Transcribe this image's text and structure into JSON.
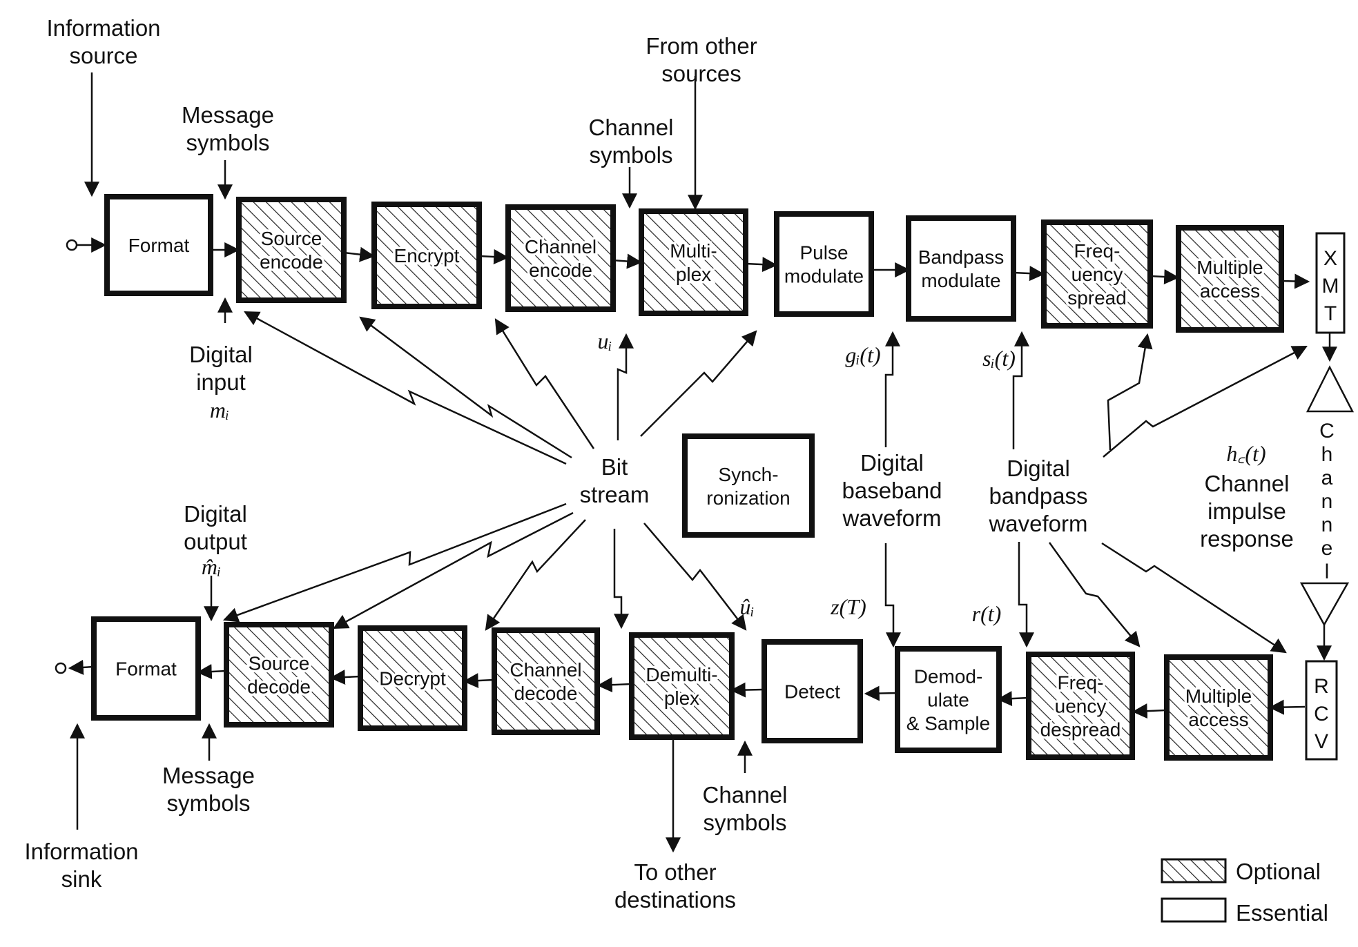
{
  "legend": {
    "optional": "Optional",
    "essential": "Essential"
  },
  "transmit_blocks": [
    {
      "lines": [
        "Format"
      ],
      "optional": false
    },
    {
      "lines": [
        "Source",
        "encode"
      ],
      "optional": true
    },
    {
      "lines": [
        "Encrypt"
      ],
      "optional": true
    },
    {
      "lines": [
        "Channel",
        "encode"
      ],
      "optional": true
    },
    {
      "lines": [
        "Multi-",
        "plex"
      ],
      "optional": true
    },
    {
      "lines": [
        "Pulse",
        "modulate"
      ],
      "optional": false
    },
    {
      "lines": [
        "Bandpass",
        "modulate"
      ],
      "optional": false
    },
    {
      "lines": [
        "Freq-",
        "uency",
        "spread"
      ],
      "optional": true
    },
    {
      "lines": [
        "Multiple",
        "access"
      ],
      "optional": true
    }
  ],
  "receive_blocks": [
    {
      "lines": [
        "Format"
      ],
      "optional": false
    },
    {
      "lines": [
        "Source",
        "decode"
      ],
      "optional": true
    },
    {
      "lines": [
        "Decrypt"
      ],
      "optional": true
    },
    {
      "lines": [
        "Channel",
        "decode"
      ],
      "optional": true
    },
    {
      "lines": [
        "Demulti-",
        "plex"
      ],
      "optional": true
    },
    {
      "lines": [
        "Detect"
      ],
      "optional": false
    },
    {
      "lines": [
        "Demod-",
        "ulate",
        "& Sample"
      ],
      "optional": false
    },
    {
      "lines": [
        "Freq-",
        "uency",
        "despread"
      ],
      "optional": true
    },
    {
      "lines": [
        "Multiple",
        "access"
      ],
      "optional": true
    }
  ],
  "sync_block": {
    "lines": [
      "Synch-",
      "ronization"
    ]
  },
  "xmt": {
    "letters": [
      "X",
      "M",
      "T"
    ]
  },
  "rcv": {
    "letters": [
      "R",
      "C",
      "V"
    ]
  },
  "channel_letters": [
    "C",
    "h",
    "a",
    "n",
    "n",
    "e",
    "l"
  ],
  "labels": {
    "information_source": [
      "Information",
      "source"
    ],
    "message_symbols_top": [
      "Message",
      "symbols"
    ],
    "channel_symbols_top": [
      "Channel",
      "symbols"
    ],
    "from_other_sources": [
      "From other",
      "sources"
    ],
    "digital_input": [
      "Digital",
      "input"
    ],
    "m_i": "mᵢ",
    "u_i": "uᵢ",
    "g_i_t": "gᵢ(t)",
    "s_i_t": "sᵢ(t)",
    "bit_stream": [
      "Bit",
      "stream"
    ],
    "digital_baseband_waveform": [
      "Digital",
      "baseband",
      "waveform"
    ],
    "digital_bandpass_waveform": [
      "Digital",
      "bandpass",
      "waveform"
    ],
    "h_c_t": "h꜀(t)",
    "channel_impulse_response": [
      "Channel",
      "impulse",
      "response"
    ],
    "digital_output": [
      "Digital",
      "output"
    ],
    "m_hat_i": "m̂ᵢ",
    "u_hat_i": "ûᵢ",
    "z_T": "z(T)",
    "r_t": "r(t)",
    "message_symbols_bottom": [
      "Message",
      "symbols"
    ],
    "channel_symbols_bottom": [
      "Channel",
      "symbols"
    ],
    "to_other_destinations": [
      "To other",
      "destinations"
    ],
    "information_sink": [
      "Information",
      "sink"
    ]
  }
}
